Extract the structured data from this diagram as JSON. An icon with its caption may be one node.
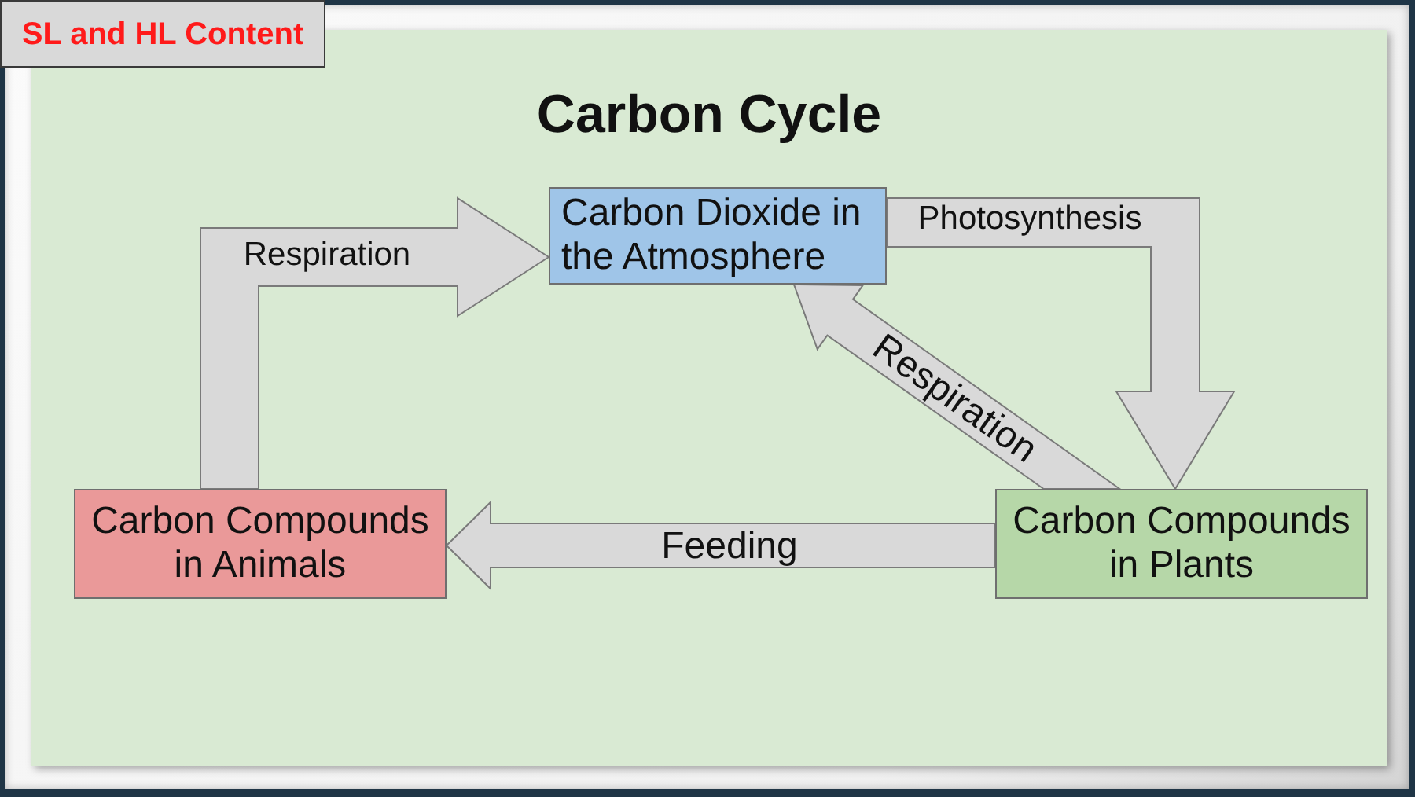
{
  "diagram": {
    "title": "Carbon Cycle",
    "nodes": [
      {
        "text": [
          "SL and HL Content"
        ]
      },
      {
        "text": [
          "Carbon Dioxide in the Atmosphere"
        ]
      },
      {
        "text": [
          "Carbon Compounds in Animals"
        ]
      },
      {
        "text": [
          "Carbon Compounds in Plants"
        ]
      }
    ],
    "edges": [
      {
        "from": 2,
        "to": 1,
        "arrow": "to",
        "label": "Respiration"
      },
      {
        "from": 1,
        "to": 3,
        "arrow": "to",
        "label": "Photosynthesis"
      },
      {
        "from": 3,
        "to": 1,
        "arrow": "to",
        "label": "Respiration"
      },
      {
        "from": 3,
        "to": 2,
        "arrow": "to",
        "label": "Feeding"
      }
    ]
  }
}
